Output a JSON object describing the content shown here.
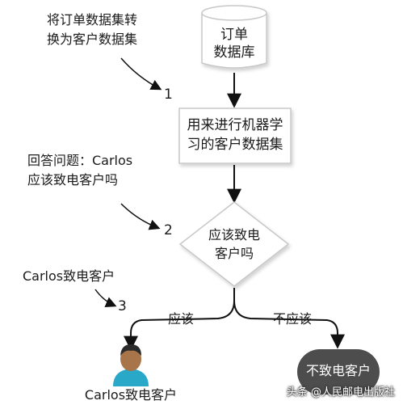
{
  "annotations": {
    "a1_line1": "将订单数据集转",
    "a1_line2": "换为客户数据集",
    "a2_line1": "回答问题：Carlos",
    "a2_line2": "应该致电客户吗",
    "a3": "Carlos致电客户"
  },
  "steps": {
    "n1": "1",
    "n2": "2",
    "n3": "3"
  },
  "nodes": {
    "database_line1": "订单",
    "database_line2": "数据库",
    "process_line1": "用来进行机器学",
    "process_line2": "习的客户数据集",
    "decision_line1": "应该致电",
    "decision_line2": "客户吗",
    "no_call": "不致电客户",
    "call": "Carlos致电客户"
  },
  "branches": {
    "yes": "应该",
    "no": "不应该"
  },
  "watermark": "头条 @人民邮电出版社",
  "colors": {
    "box_fill": "#ffffff",
    "box_stroke": "#c8c8c8",
    "shadow": "#e2e2e2",
    "arrow": "#111111",
    "oval_fill": "#4d4d4d",
    "person_skin": "#a8744a",
    "person_shirt": "#2aa8c8"
  }
}
